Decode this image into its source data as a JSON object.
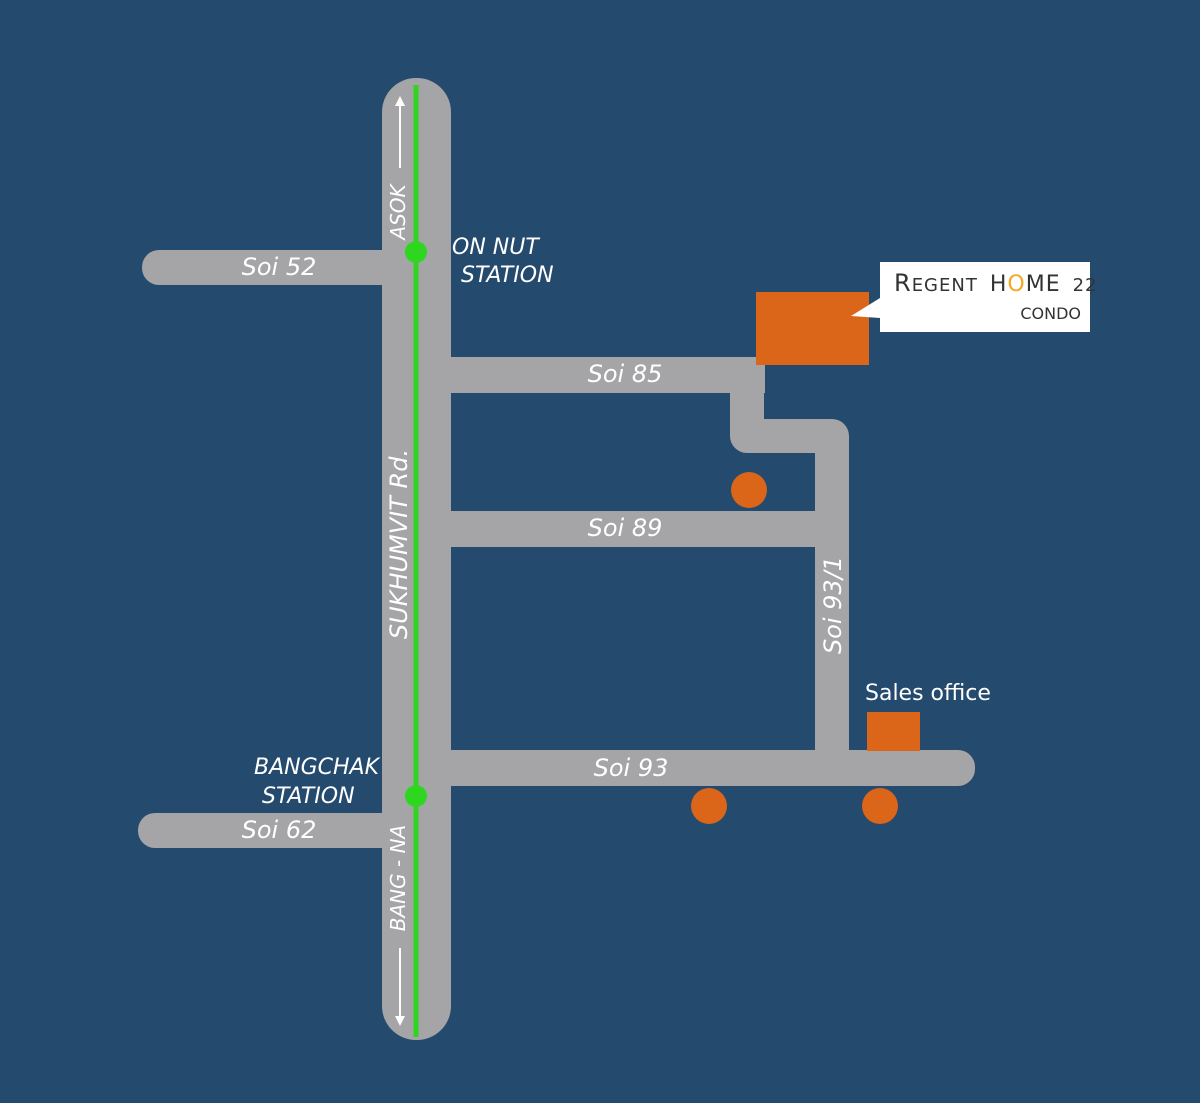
{
  "colors": {
    "background": "#244a6e",
    "road": "#a5a5a7",
    "bts_line": "#2fd51f",
    "marker": "#db6519",
    "callout_bg": "#ffffff",
    "highlight_o": "#f5a623"
  },
  "main_road": {
    "name": "SUKHUMVIT Rd.",
    "north_direction": "ASOK",
    "south_direction": "BANG - NA"
  },
  "stations": [
    {
      "name_line1": "ON NUT",
      "name_line2": "STATION"
    },
    {
      "name_line1": "BANGCHAK",
      "name_line2": "STATION"
    }
  ],
  "roads": {
    "soi52": "Soi 52",
    "soi62": "Soi 62",
    "soi85": "Soi 85",
    "soi89": "Soi 89",
    "soi93": "Soi 93",
    "soi93_1": "Soi 93/1"
  },
  "project": {
    "title_r": "R",
    "title_egent": "EGENT",
    "title_h": "H",
    "title_o": "O",
    "title_me": "ME",
    "title_num": "22",
    "subtitle": "CONDO"
  },
  "sales_office": {
    "label": "Sales office"
  }
}
